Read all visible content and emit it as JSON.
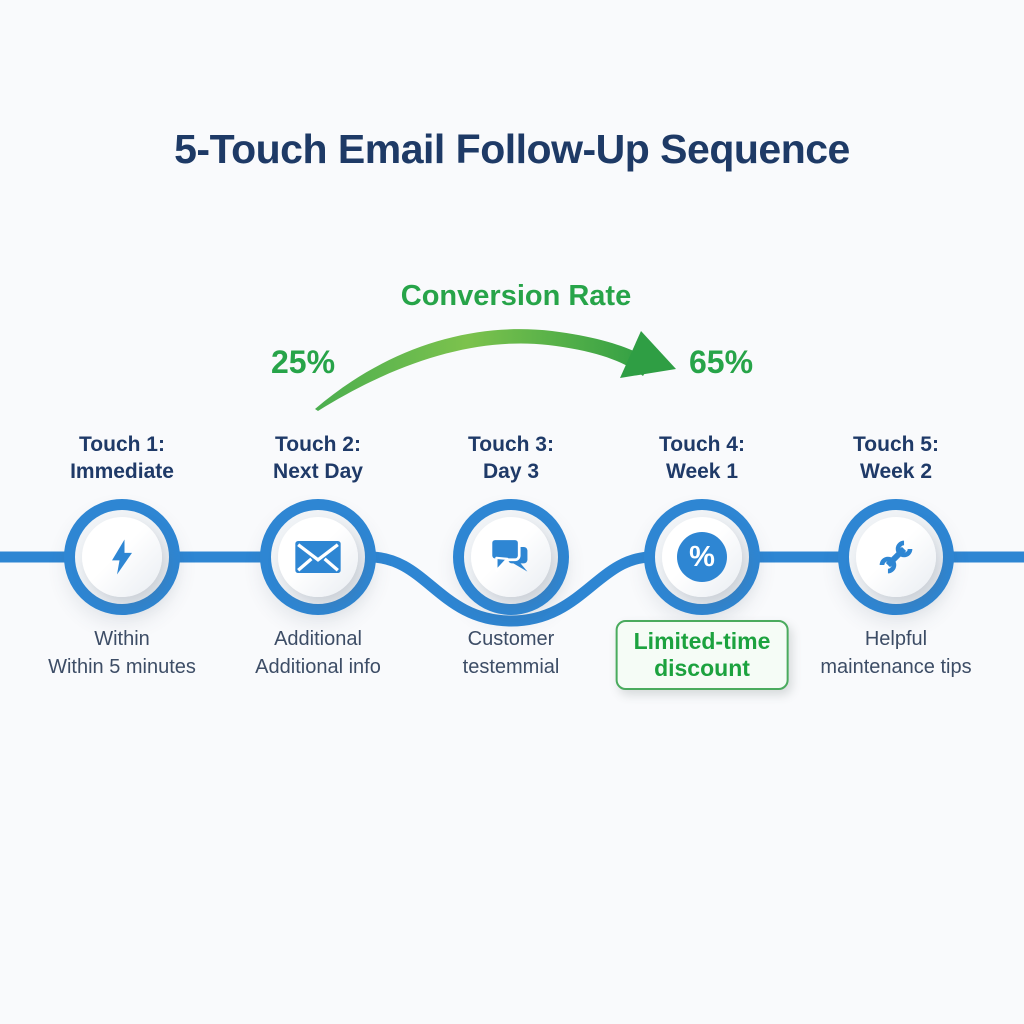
{
  "title": "5-Touch Email Follow-Up Sequence",
  "conversion": {
    "label": "Conversion Rate",
    "start_value": "25%",
    "end_value": "65%"
  },
  "touches": [
    {
      "label_line1": "Touch 1:",
      "label_line2": "Immediate",
      "icon": "lightning-bolt-icon",
      "caption_line1": "Within",
      "caption_line2": "Within 5 minutes",
      "caption_style": "plain"
    },
    {
      "label_line1": "Touch 2:",
      "label_line2": "Next Day",
      "icon": "envelope-icon",
      "caption_line1": "Additional",
      "caption_line2": "Additional info",
      "caption_style": "plain"
    },
    {
      "label_line1": "Touch 3:",
      "label_line2": "Day 3",
      "icon": "chat-bubbles-icon",
      "caption_line1": "Customer",
      "caption_line2": "testemmial",
      "caption_style": "plain"
    },
    {
      "label_line1": "Touch 4:",
      "label_line2": "Week 1",
      "icon": "percent-icon",
      "icon_glyph": "%",
      "caption_line1": "Limited-time",
      "caption_line2": "discount",
      "caption_style": "green-badge"
    },
    {
      "label_line1": "Touch 5:",
      "label_line2": "Week 2",
      "icon": "wrench-icon",
      "caption_line1": "Helpful",
      "caption_line2": "maintenance tips",
      "caption_style": "plain"
    }
  ],
  "colors": {
    "title_navy": "#1e3a66",
    "accent_blue": "#2e86d3",
    "green_text": "#27a449",
    "caption_text": "#3d4d66",
    "badge_border": "#4aab5e",
    "badge_background": "#f5fcf6",
    "arrow_gradient_start": "#4bae4f",
    "arrow_gradient_mid": "#7cc24d",
    "arrow_gradient_end": "#2f9e44"
  }
}
